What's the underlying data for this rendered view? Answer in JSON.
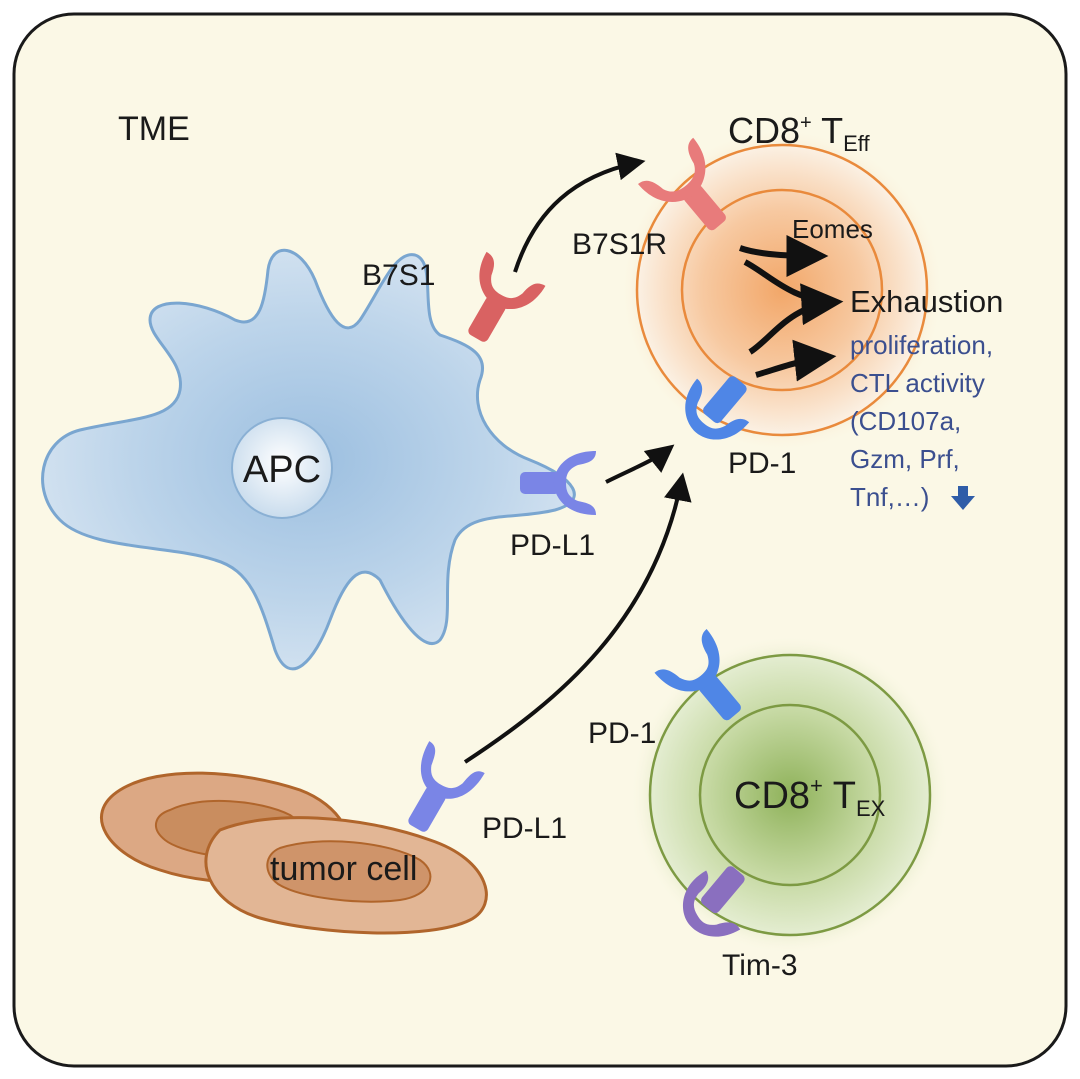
{
  "labels": {
    "tme": "TME",
    "teff_main": "CD8",
    "teff_sup": "+",
    "teff_t": " T",
    "teff_sub": "Eff",
    "b7s1": "B7S1",
    "b7s1r": "B7S1R",
    "eomes": "Eomes",
    "exhaustion": "Exhaustion",
    "effects": [
      "proliferation,",
      "CTL activity",
      "(CD107a,",
      "Gzm, Prf,",
      "Tnf,…)"
    ],
    "apc": "APC",
    "pdl1_apc": "PD-L1",
    "pd1_eff": "PD-1",
    "pd1_ex": "PD-1",
    "tex_main": "CD8",
    "tex_sup": "+",
    "tex_t": " T",
    "tex_sub": "EX",
    "pdl1_tumor": "PD-L1",
    "tumor": "tumor cell",
    "tim3": "Tim-3"
  },
  "icons": {
    "down_arrow": "down-arrow-icon"
  },
  "colors": {
    "background": "#fbf8e6",
    "frame": "#1a1a1a",
    "apc_fill": "#b9d2e8",
    "apc_stroke": "#7aa6d0",
    "teff_core": "#f2ae78",
    "teff_ring": "#e98a3c",
    "tex_core": "#a9c37c",
    "tex_ring": "#7d9a43",
    "tumor_fill": "#dca884",
    "tumor_stroke": "#b0652b",
    "b7s1_receptor": "#d96262",
    "pd1_receptor": "#4f86e6",
    "pdl1_receptor": "#7a85e6",
    "tim3_receptor": "#8a6fbf",
    "effects_text": "#3b4f8f",
    "text": "#1a1a1a"
  }
}
